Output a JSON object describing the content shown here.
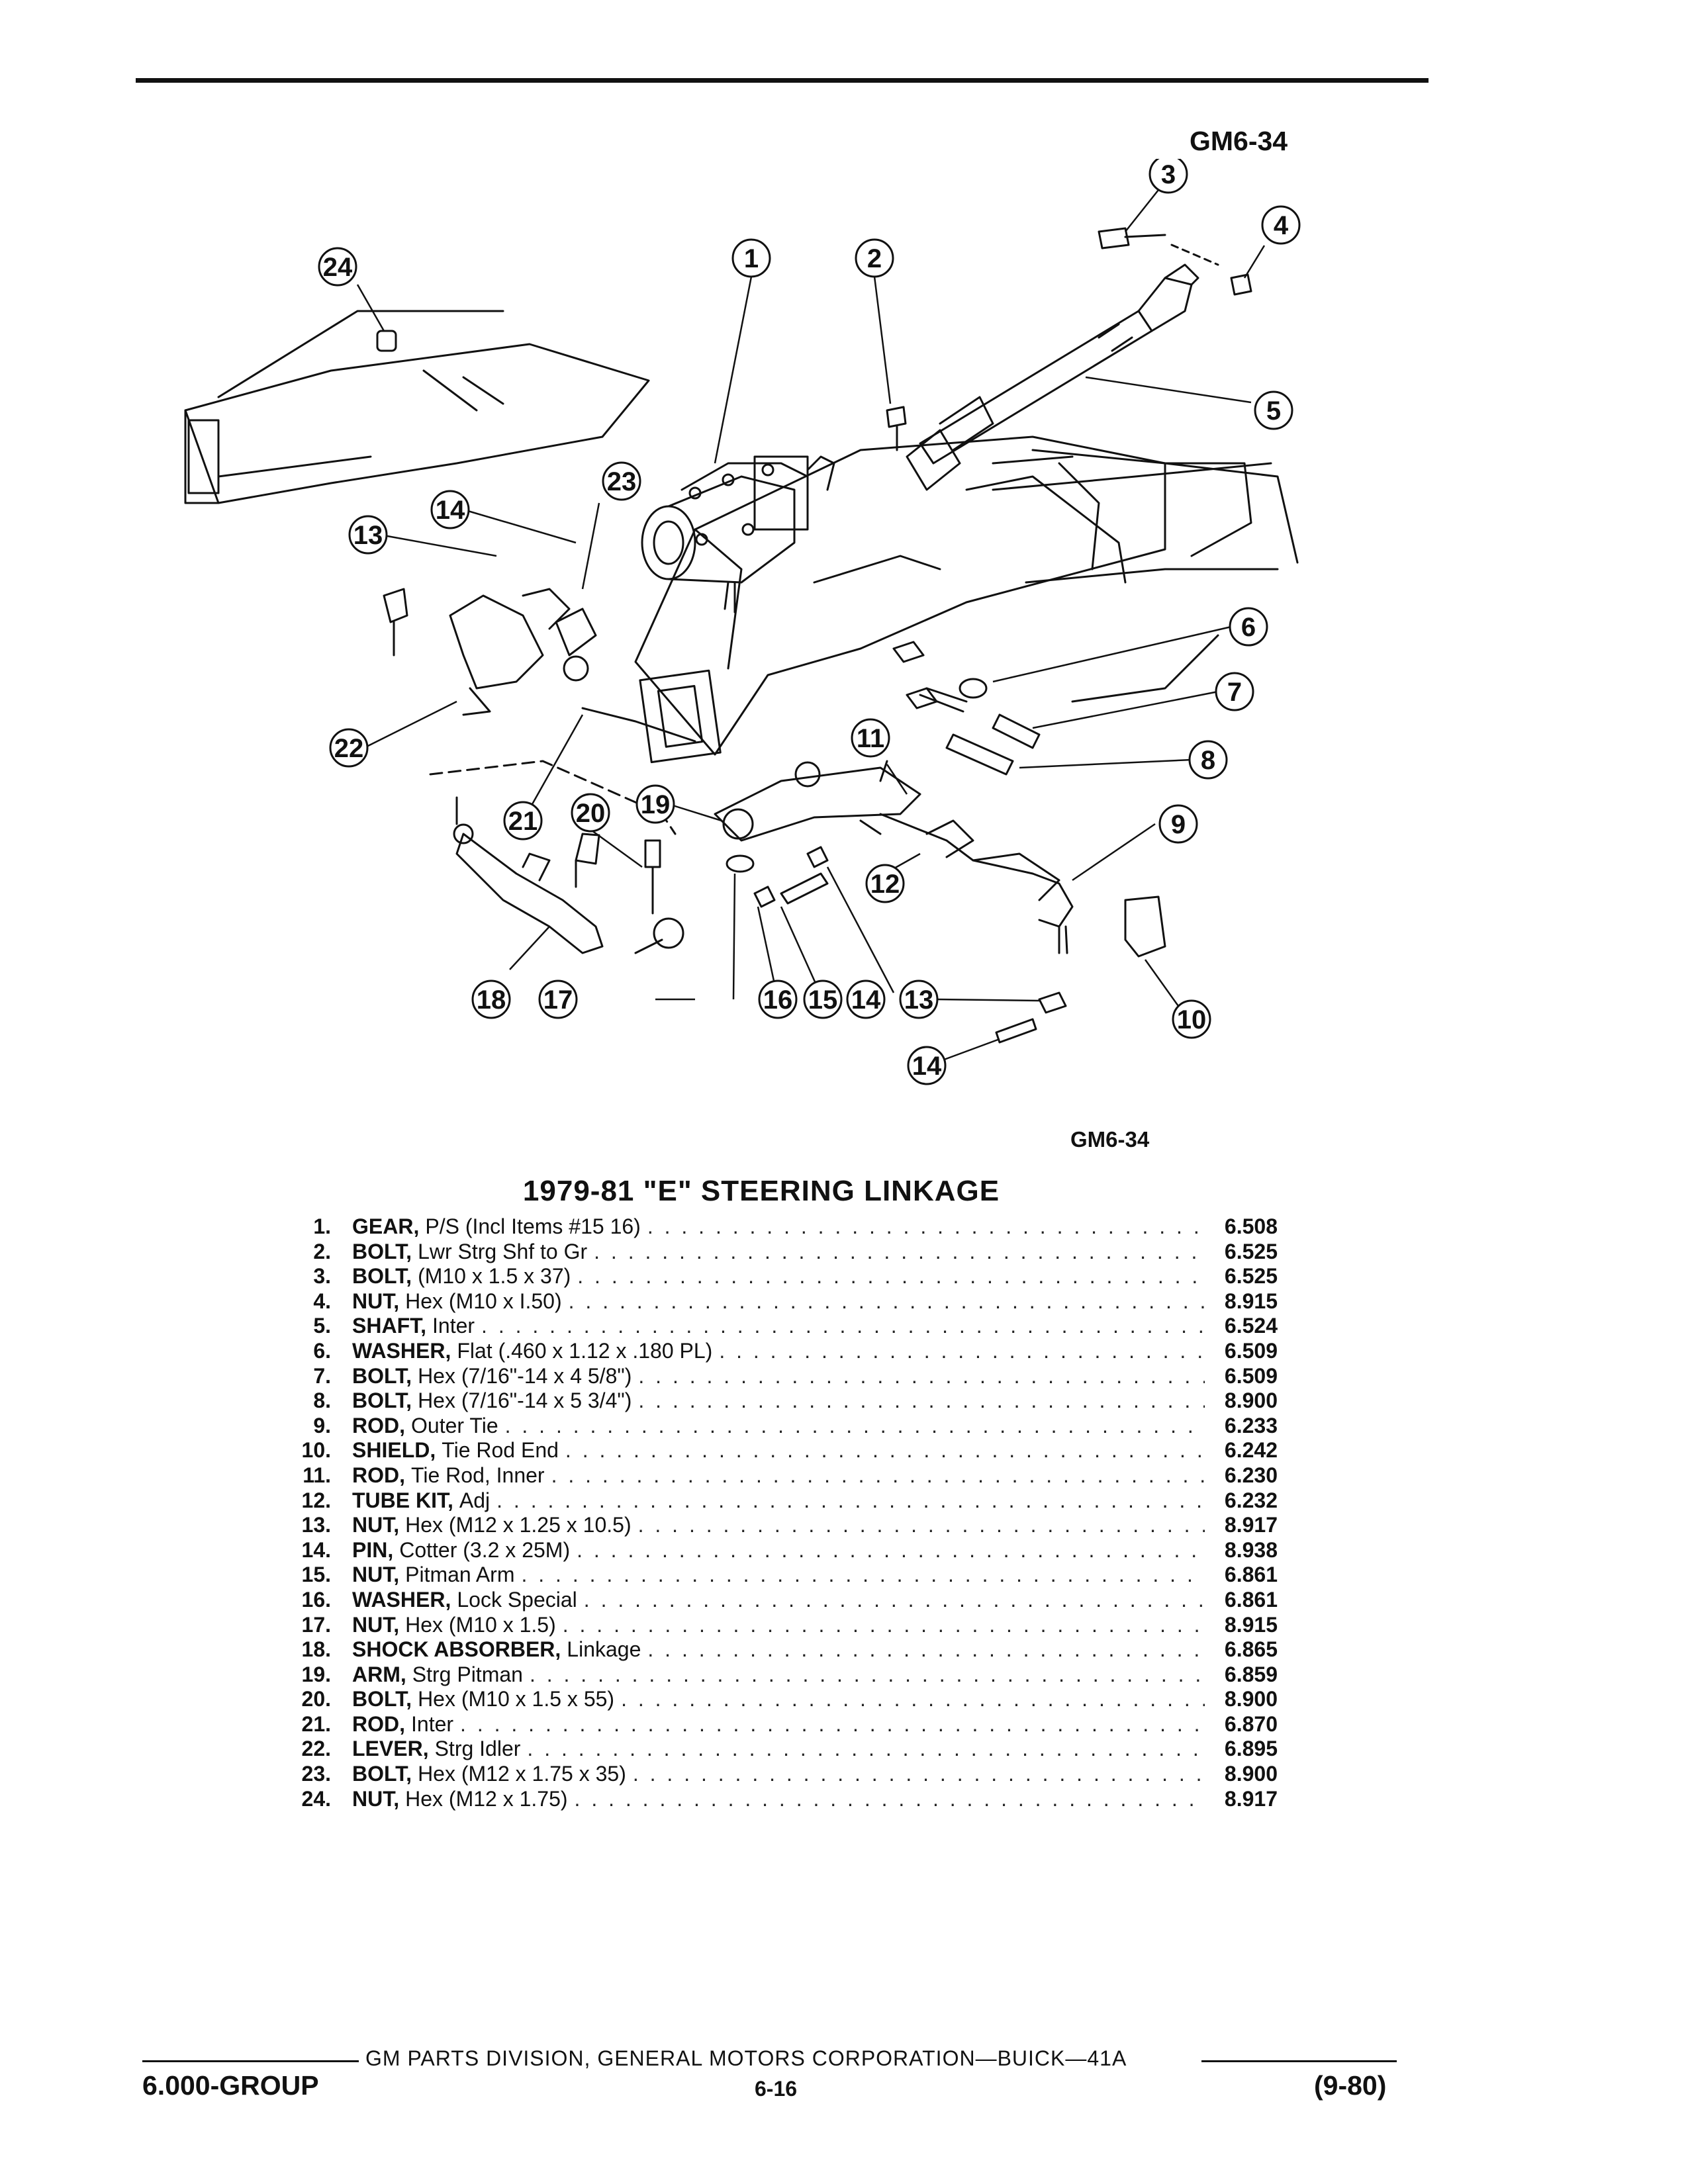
{
  "figure_code_top": "GM6-34",
  "figure_code_bottom": "GM6-34",
  "title": "1979-81 \"E\" STEERING LINKAGE",
  "callouts": [
    "1",
    "2",
    "3",
    "4",
    "5",
    "6",
    "7",
    "8",
    "9",
    "10",
    "11",
    "12",
    "13",
    "13",
    "14",
    "14",
    "14",
    "15",
    "16",
    "17",
    "18",
    "19",
    "20",
    "21",
    "22",
    "23",
    "24"
  ],
  "parts": [
    {
      "num": "1.",
      "name": "GEAR,",
      "desc": "P/S (Incl Items #15 16)",
      "code": "6.508"
    },
    {
      "num": "2.",
      "name": "BOLT,",
      "desc": "Lwr Strg Shf to Gr",
      "code": "6.525"
    },
    {
      "num": "3.",
      "name": "BOLT,",
      "desc": "(M10 x 1.5 x 37)",
      "code": "6.525"
    },
    {
      "num": "4.",
      "name": "NUT,",
      "desc": "Hex (M10 x I.50)",
      "code": "8.915"
    },
    {
      "num": "5.",
      "name": "SHAFT,",
      "desc": "Inter",
      "code": "6.524"
    },
    {
      "num": "6.",
      "name": "WASHER,",
      "desc": "Flat (.460 x 1.12 x .180 PL)",
      "code": "6.509"
    },
    {
      "num": "7.",
      "name": "BOLT,",
      "desc": "Hex (7/16\"-14 x 4 5/8\")",
      "code": "6.509"
    },
    {
      "num": "8.",
      "name": "BOLT,",
      "desc": "Hex (7/16\"-14 x 5 3/4\")",
      "code": "8.900"
    },
    {
      "num": "9.",
      "name": "ROD,",
      "desc": "Outer Tie",
      "code": "6.233"
    },
    {
      "num": "10.",
      "name": "SHIELD,",
      "desc": "Tie Rod End",
      "code": "6.242"
    },
    {
      "num": "11.",
      "name": "ROD,",
      "desc": "Tie Rod, Inner",
      "code": "6.230"
    },
    {
      "num": "12.",
      "name": "TUBE KIT,",
      "desc": "Adj",
      "code": "6.232"
    },
    {
      "num": "13.",
      "name": "NUT,",
      "desc": "Hex (M12 x 1.25 x 10.5)",
      "code": "8.917"
    },
    {
      "num": "14.",
      "name": "PIN,",
      "desc": "Cotter (3.2 x 25M)",
      "code": "8.938"
    },
    {
      "num": "15.",
      "name": "NUT,",
      "desc": "Pitman Arm",
      "code": "6.861"
    },
    {
      "num": "16.",
      "name": "WASHER,",
      "desc": "Lock Special",
      "code": "6.861"
    },
    {
      "num": "17.",
      "name": "NUT,",
      "desc": "Hex (M10 x 1.5)",
      "code": "8.915"
    },
    {
      "num": "18.",
      "name": "SHOCK ABSORBER,",
      "desc": "Linkage",
      "code": "6.865"
    },
    {
      "num": "19.",
      "name": "ARM,",
      "desc": "Strg Pitman",
      "code": "6.859"
    },
    {
      "num": "20.",
      "name": "BOLT,",
      "desc": "Hex (M10 x 1.5 x 55)",
      "code": "8.900"
    },
    {
      "num": "21.",
      "name": "ROD,",
      "desc": "Inter",
      "code": "6.870"
    },
    {
      "num": "22.",
      "name": "LEVER,",
      "desc": "Strg Idler",
      "code": "6.895"
    },
    {
      "num": "23.",
      "name": "BOLT,",
      "desc": "Hex (M12 x 1.75 x 35)",
      "code": "8.900"
    },
    {
      "num": "24.",
      "name": "NUT,",
      "desc": "Hex (M12 x 1.75)",
      "code": "8.917"
    }
  ],
  "footer": {
    "division": "GM PARTS DIVISION, GENERAL MOTORS CORPORATION—BUICK—41A",
    "group": "6.000-GROUP",
    "page": "6-16",
    "date": "(9-80)"
  }
}
